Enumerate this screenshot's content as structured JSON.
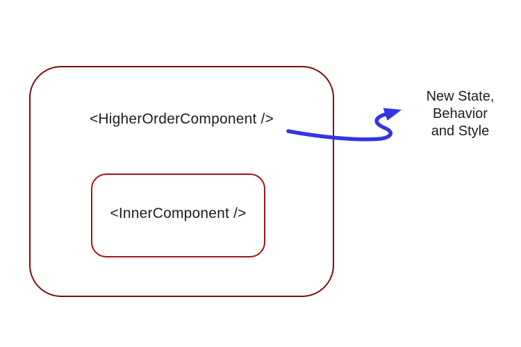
{
  "diagram": {
    "outer_box": {
      "label": "<HigherOrderComponent />"
    },
    "inner_box": {
      "label": "<InnerComponent />"
    },
    "annotation": {
      "lines": [
        "New State,",
        "Behavior",
        "and Style"
      ]
    },
    "arrow": {
      "name": "curved-arrow",
      "direction": "to-annotation"
    },
    "colors": {
      "background": "#ffffff",
      "outer_border": "#7d0b0b",
      "inner_border": "#a01414",
      "arrow": "#3535e4",
      "text": "#1c1c1c"
    }
  }
}
